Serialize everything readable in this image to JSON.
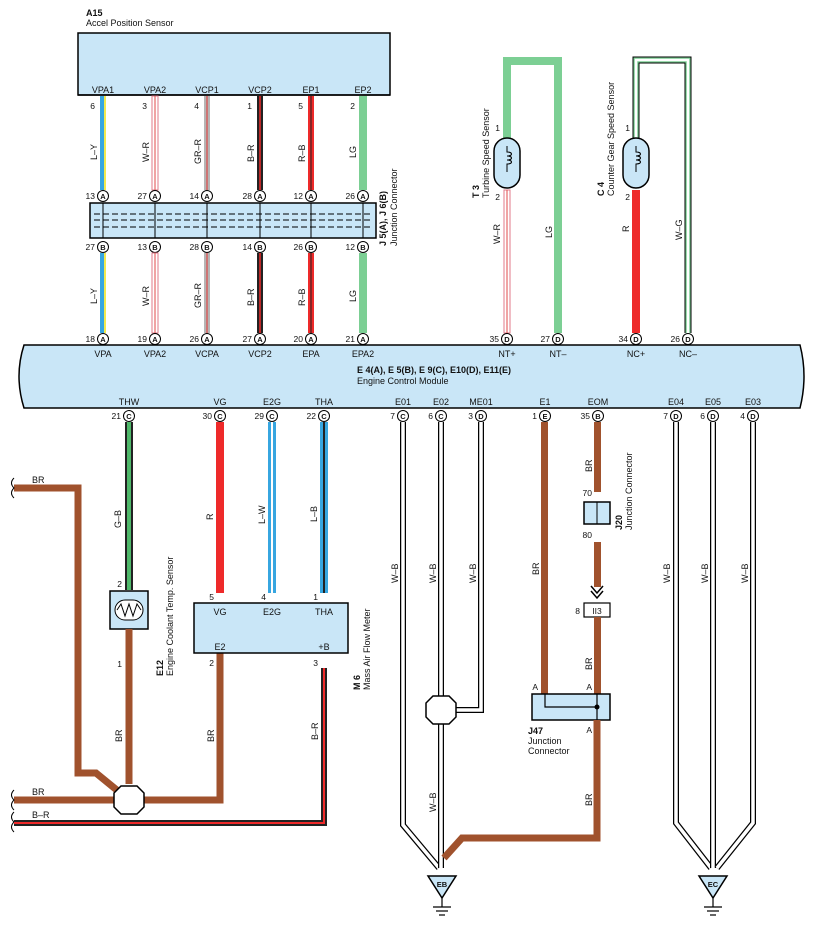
{
  "colors": {
    "box_fill": "#c9e6f7",
    "stroke": "#000000",
    "brown": "#a0522d",
    "green": "#7ccf94",
    "red": "#ee2a2a",
    "blue": "#37a6e0",
    "yellow": "#f2e94e",
    "pink": "#e07a8a",
    "gray": "#9a9a9a",
    "white": "#ffffff",
    "black": "#222222"
  },
  "a15": {
    "code": "A15",
    "name": "Accel Position Sensor",
    "pins": [
      {
        "label": "VPA1",
        "num": "6",
        "wire": "L–Y"
      },
      {
        "label": "VPA2",
        "num": "3",
        "wire": "W–R"
      },
      {
        "label": "VCP1",
        "num": "4",
        "wire": "GR–R"
      },
      {
        "label": "VCP2",
        "num": "1",
        "wire": "B–R"
      },
      {
        "label": "EP1",
        "num": "5",
        "wire": "R–B"
      },
      {
        "label": "EP2",
        "num": "2",
        "wire": "LG"
      }
    ]
  },
  "junction": {
    "code": "J 5(A), J 6(B)",
    "name": "Junction Connector",
    "top": [
      {
        "num": "13",
        "c": "A"
      },
      {
        "num": "27",
        "c": "A"
      },
      {
        "num": "14",
        "c": "A"
      },
      {
        "num": "28",
        "c": "A"
      },
      {
        "num": "12",
        "c": "A"
      },
      {
        "num": "26",
        "c": "A"
      }
    ],
    "bottom": [
      {
        "num": "27",
        "c": "B"
      },
      {
        "num": "13",
        "c": "B"
      },
      {
        "num": "28",
        "c": "B"
      },
      {
        "num": "14",
        "c": "B"
      },
      {
        "num": "26",
        "c": "B"
      },
      {
        "num": "12",
        "c": "B"
      }
    ],
    "wires": [
      "L–Y",
      "W–R",
      "GR–R",
      "B–R",
      "R–B",
      "LG"
    ]
  },
  "ecm": {
    "code": "E 4(A), E 5(B), E 9(C), E10(D), E11(E)",
    "name": "Engine Control Module",
    "top_pins": [
      {
        "num": "18",
        "c": "A",
        "label": "VPA"
      },
      {
        "num": "19",
        "c": "A",
        "label": "VPA2"
      },
      {
        "num": "26",
        "c": "A",
        "label": "VCPA"
      },
      {
        "num": "27",
        "c": "A",
        "label": "VCP2"
      },
      {
        "num": "20",
        "c": "A",
        "label": "EPA"
      },
      {
        "num": "21",
        "c": "A",
        "label": "EPA2"
      },
      {
        "num": "35",
        "c": "D",
        "label": "NT+"
      },
      {
        "num": "27",
        "c": "D",
        "label": "NT–"
      },
      {
        "num": "34",
        "c": "D",
        "label": "NC+"
      },
      {
        "num": "26",
        "c": "D",
        "label": "NC–"
      }
    ],
    "bottom_pins": [
      {
        "num": "21",
        "c": "C",
        "label": "THW"
      },
      {
        "num": "30",
        "c": "C",
        "label": "VG"
      },
      {
        "num": "29",
        "c": "C",
        "label": "E2G"
      },
      {
        "num": "22",
        "c": "C",
        "label": "THA"
      },
      {
        "num": "7",
        "c": "C",
        "label": "E01"
      },
      {
        "num": "6",
        "c": "C",
        "label": "E02"
      },
      {
        "num": "3",
        "c": "D",
        "label": "ME01"
      },
      {
        "num": "1",
        "c": "E",
        "label": "E1"
      },
      {
        "num": "35",
        "c": "B",
        "label": "EOM"
      },
      {
        "num": "7",
        "c": "D",
        "label": "E04"
      },
      {
        "num": "6",
        "c": "D",
        "label": "E05"
      },
      {
        "num": "4",
        "c": "D",
        "label": "E03"
      }
    ]
  },
  "t3": {
    "code": "T 3",
    "name": "Turbine Speed Sensor",
    "pin1": "1",
    "pin2": "2",
    "wire_left": "W–R",
    "wire_right": "LG"
  },
  "c4": {
    "code": "C 4",
    "name": "Counter Gear Speed Sensor",
    "pin1": "1",
    "pin2": "2",
    "wire_left": "R",
    "wire_right": "W–G"
  },
  "e12": {
    "code": "E12",
    "name": "Engine Coolant Temp.  Sensor",
    "pin_top": "2",
    "pin_bottom": "1",
    "wire_top": "G–B",
    "wire_bottom": "BR"
  },
  "m6": {
    "code": "M 6",
    "name": "Mass Air Flow Meter",
    "pins_top": [
      {
        "num": "5",
        "label": "VG"
      },
      {
        "num": "4",
        "label": "E2G"
      },
      {
        "num": "1",
        "label": "THA"
      }
    ],
    "pins_bottom": [
      {
        "num": "2",
        "label": "E2"
      },
      {
        "num": "3",
        "label": "+B"
      }
    ],
    "wires_top": [
      "R",
      "L–W",
      "L–B"
    ],
    "wires_bottom": [
      "BR",
      "B–R"
    ]
  },
  "j20": {
    "code": "J20",
    "name": "Junction Connector",
    "pin_top": "70",
    "pin_bottom": "80"
  },
  "ii3": {
    "code": "II3",
    "pin": "8"
  },
  "j47": {
    "code": "J47",
    "name1": "Junction",
    "name2": "Connector",
    "pin": "A"
  },
  "wires": {
    "br": "BR",
    "b_r": "B–R",
    "w_b": "W–B"
  },
  "grounds": {
    "left": "EB",
    "right": "EC"
  }
}
